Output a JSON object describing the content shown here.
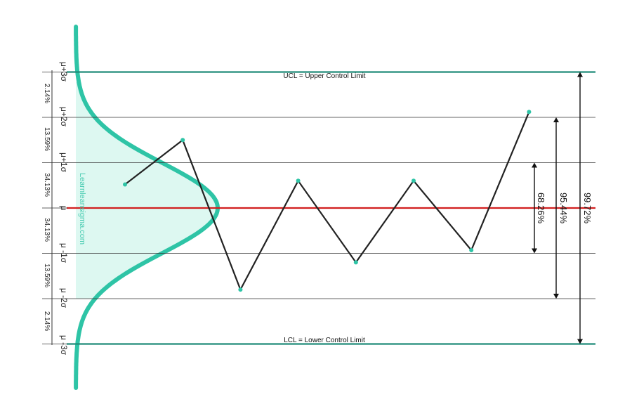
{
  "sigma_labels": [
    "μ+3σ",
    "μ+2σ",
    "μ+1σ",
    "μ",
    "μ -1σ",
    "μ -2σ",
    "μ -3σ"
  ],
  "band_percents": [
    "2.14%",
    "13.59%",
    "34.13%",
    "34.13%",
    "13.59%",
    "2.14%"
  ],
  "ucl_label": "UCL = Upper Control Limit",
  "lcl_label": "LCL = Lower Control Limit",
  "span_labels": {
    "one_sigma": "68.26%",
    "two_sigma": "95.44%",
    "three_sigma": "99.72%"
  },
  "watermark": "Learnleansigma.com",
  "colors": {
    "teal": "#2ec4a6",
    "teal_fill": "#d9f7ef",
    "limit_line": "#1f8a78",
    "mean_line": "#d11f1f",
    "grid": "#333333",
    "process": "#222222",
    "watermark": "#2ec4a6"
  },
  "chart_data": {
    "type": "line",
    "y_unit": "sigma from mean",
    "ylim": [
      -3,
      3
    ],
    "values": [
      0.52,
      1.5,
      -1.8,
      0.6,
      -1.2,
      0.6,
      -0.93,
      2.12
    ]
  }
}
